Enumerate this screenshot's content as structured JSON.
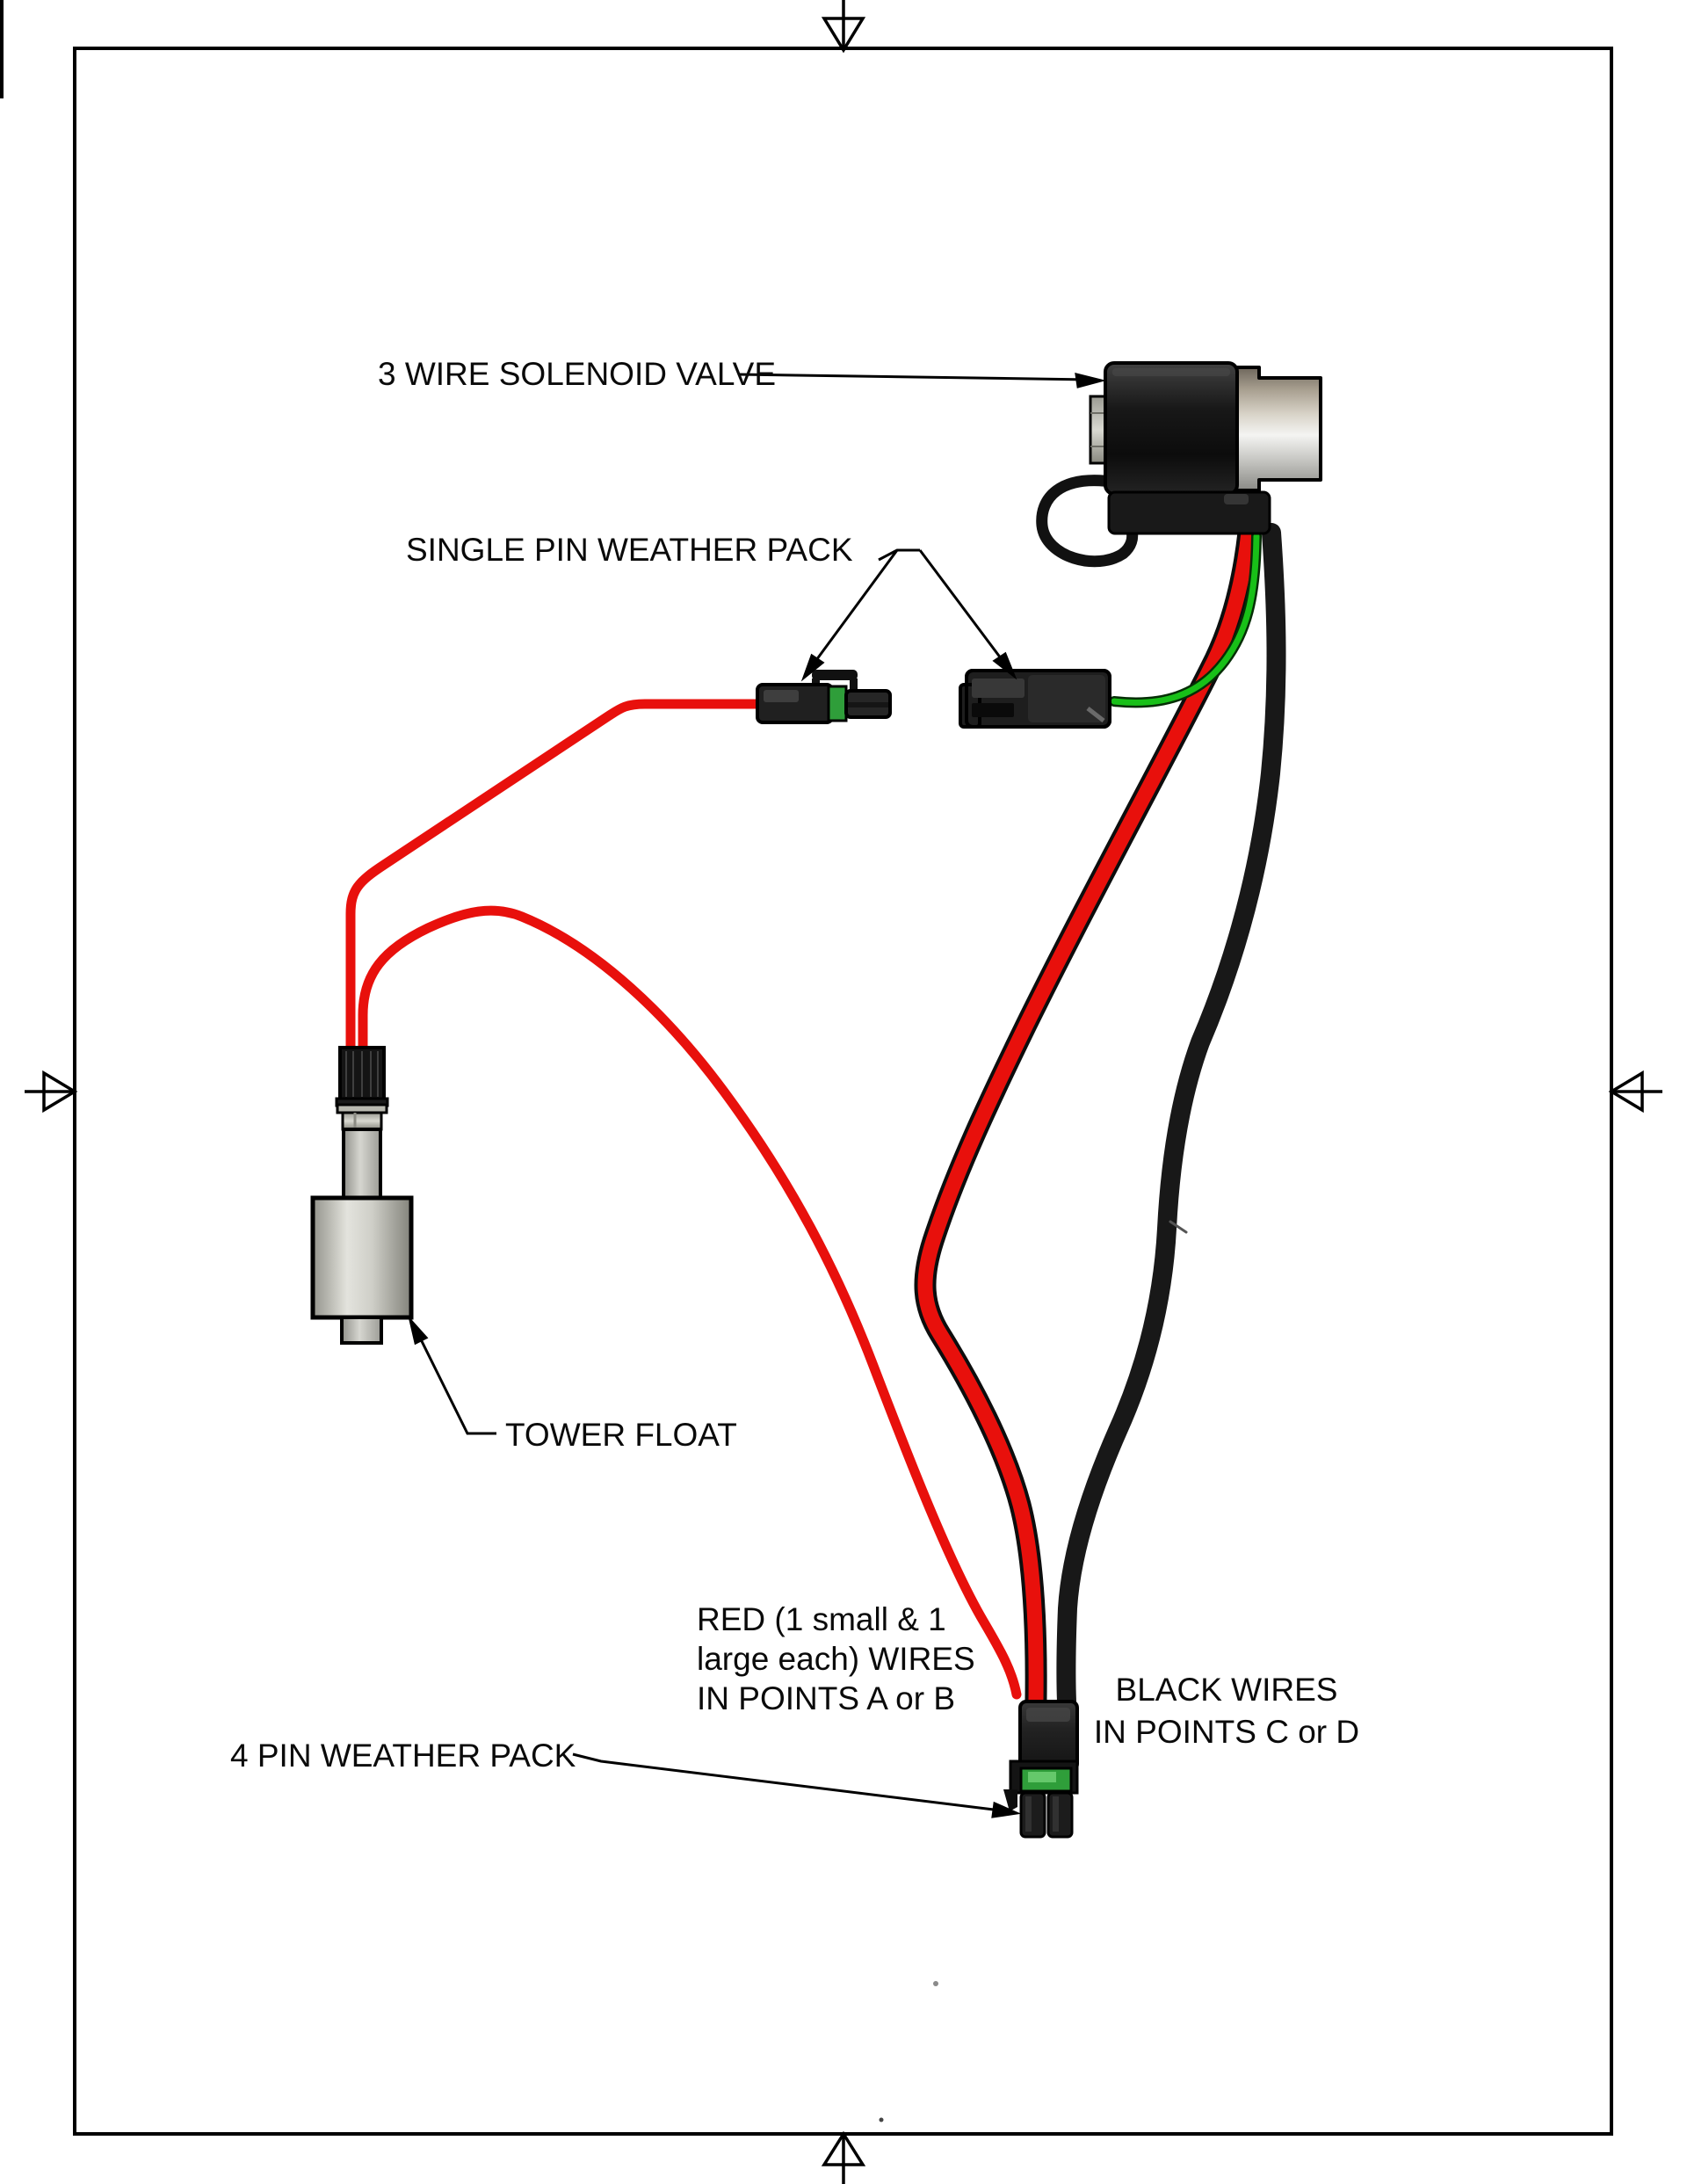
{
  "labels": {
    "solenoid_valve": "3 WIRE SOLENOID VALVE",
    "single_pin_weather_pack": "SINGLE PIN WEATHER PACK",
    "tower_float": "TOWER FLOAT",
    "four_pin_weather_pack": "4 PIN WEATHER PACK",
    "red_wires_note": {
      "line1": "RED (1 small & 1",
      "line2": "large each) WIRES",
      "line3": "IN POINTS A or B"
    },
    "black_wires_note": {
      "line1": "BLACK WIRES",
      "line2": "IN POINTS C or D"
    }
  },
  "colors": {
    "background": "#ffffff",
    "line_black": "#000000",
    "wire_red": "#e8100c",
    "wire_green": "#18c018",
    "wire_black": "#181818",
    "wire_outline": "#0d0d0d",
    "seal_green": "#2f9e3a",
    "metal_silver": "#d8d3c8",
    "float_gray": "#c9c9c2"
  }
}
